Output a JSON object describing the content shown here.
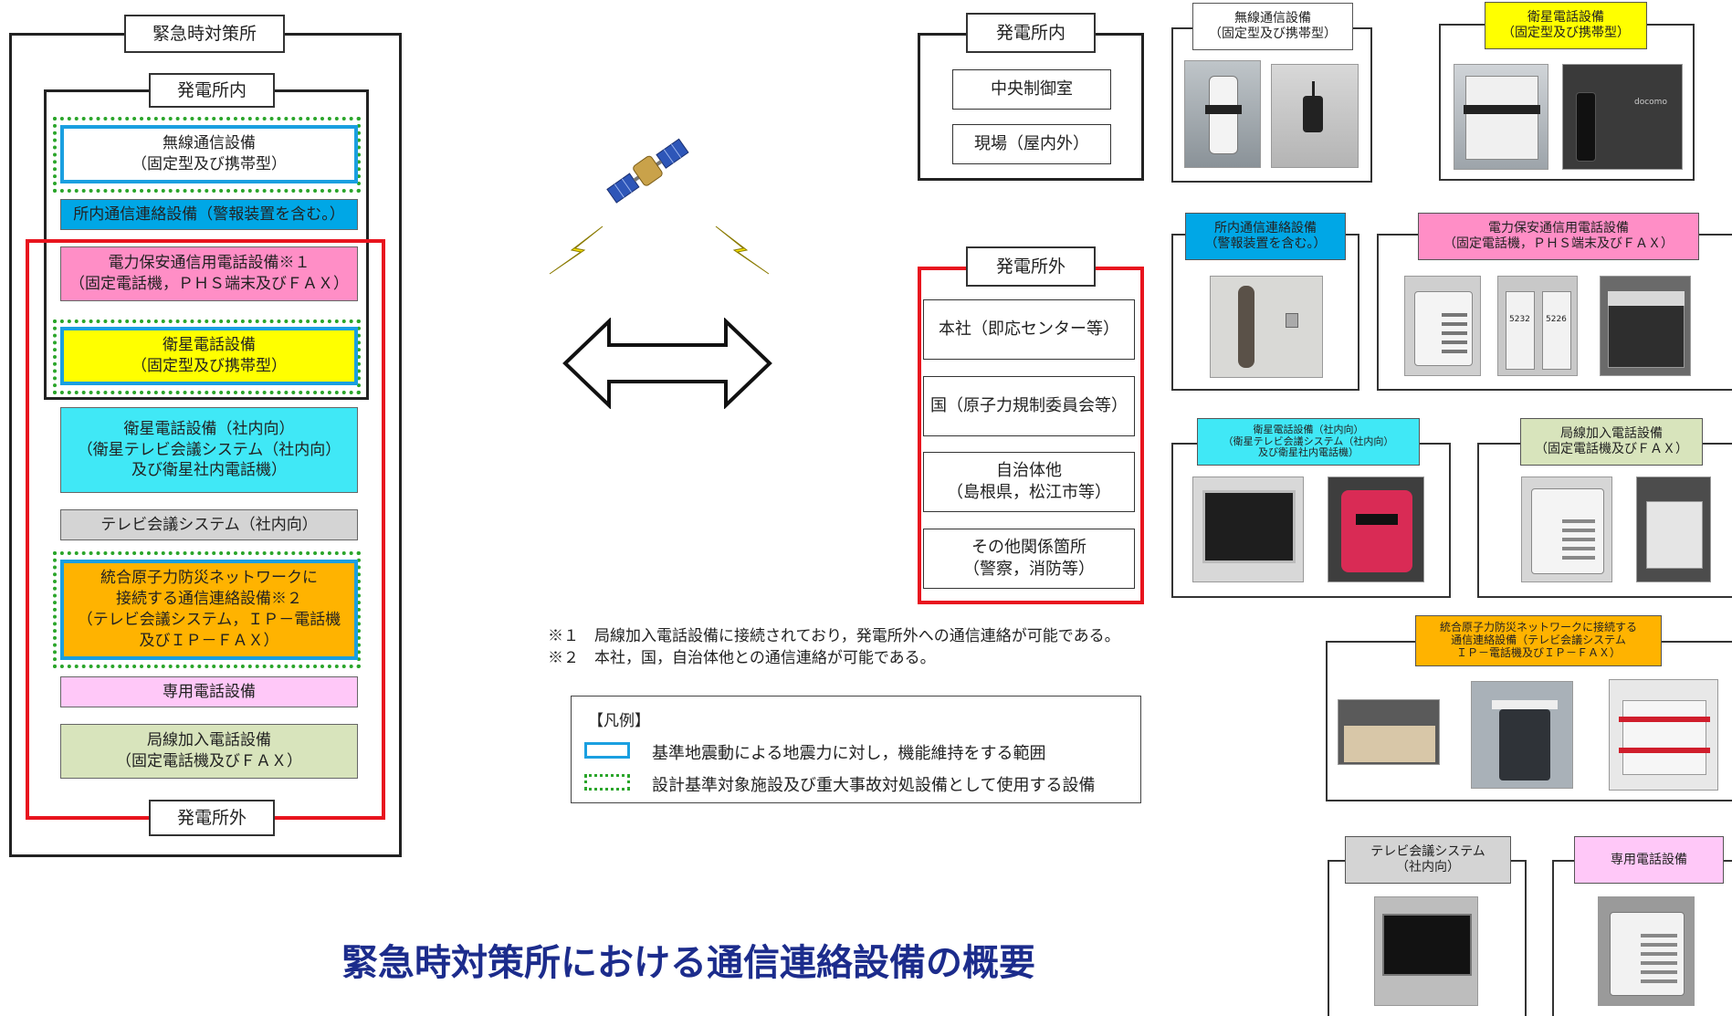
{
  "colors": {
    "cyan_blue": "#00a7e6",
    "light_cyan": "#40e8f6",
    "pink": "#ff8ec6",
    "yellow": "#ffff00",
    "orange": "#ffb300",
    "light_pink": "#ffc8f8",
    "gray": "#d4d4d4",
    "olive_green": "#d8e4bc",
    "red_frame": "#e8141e",
    "green_dotted": "#2aa52a",
    "blue_border": "#1a9fe0",
    "title_navy": "#1c2c8c"
  },
  "left": {
    "outer_label": "緊急時対策所",
    "inner_label": "発電所内",
    "outside_label": "発電所外",
    "items": {
      "radio": [
        "無線通信設備",
        "（固定型及び携帯型）"
      ],
      "internal": [
        "所内通信連絡設備（警報装置を含む。）"
      ],
      "security_phone": [
        "電力保安通信用電話設備※１",
        "（固定電話機，ＰＨＳ端末及びＦＡＸ）"
      ],
      "satellite": [
        "衛星電話設備",
        "（固定型及び携帯型）"
      ],
      "satellite_internal": [
        "衛星電話設備（社内向）",
        "（衛星テレビ会議システム（社内向）",
        "及び衛星社内電話機）"
      ],
      "tv_conf": [
        "テレビ会議システム（社内向）"
      ],
      "network": [
        "統合原子力防災ネットワークに",
        "接続する通信連絡設備※２",
        "（テレビ会議システム，ＩＰ－電話機",
        "及びＩＰ－ＦＡＸ）"
      ],
      "dedicated": [
        "専用電話設備"
      ],
      "subscriber": [
        "局線加入電話設備",
        "（固定電話機及びＦＡＸ）"
      ]
    }
  },
  "middle": {
    "satellite_icon": "satellite-icon",
    "lightning_icon": "lightning-icon",
    "arrow_icon": "double-arrow-icon",
    "notes": [
      "※１　局線加入電話設備に接続されており，発電所外への通信連絡が可能である。",
      "※２　本社，国，自治体他との通信連絡が可能である。"
    ],
    "legend": {
      "title": "【凡例】",
      "blue": "基準地震動による地震力に対し，機能維持をする範囲",
      "green": "設計基準対象施設及び重大事故対処設備として使用する設備"
    },
    "title": "緊急時対策所における通信連絡設備の概要"
  },
  "right": {
    "inside": {
      "label": "発電所内",
      "items": [
        "中央制御室",
        "現場（屋内外）"
      ]
    },
    "outside": {
      "label": "発電所外",
      "items": [
        [
          "本社（即応センター等）"
        ],
        [
          "国（原子力規制委員会等）"
        ],
        [
          "自治体他",
          "（島根県，松江市等）"
        ],
        [
          "その他関係箇所",
          "（警察，消防等）"
        ]
      ]
    }
  },
  "photos": {
    "radio": [
      "無線通信設備",
      "（固定型及び携帯型）"
    ],
    "satellite": [
      "衛星電話設備",
      "（固定型及び携帯型）"
    ],
    "internal": [
      "所内通信連絡設備",
      "（警報装置を含む。）"
    ],
    "security_phone": [
      "電力保安通信用電話設備",
      "（固定電話機，ＰＨＳ端末及びＦＡＸ）"
    ],
    "satellite_internal": [
      "衛星電話設備（社内向）",
      "（衛星テレビ会議システム（社内向）",
      "及び衛星社内電話機）"
    ],
    "subscriber": [
      "局線加入電話設備",
      "（固定電話機及びＦＡＸ）"
    ],
    "network": [
      "統合原子力防災ネットワークに接続する",
      "通信連絡設備（テレビ会議システム",
      "ＩＰ－電話機及びＩＰ－ＦＡＸ）"
    ],
    "tv_conf": [
      "テレビ会議システム",
      "（社内向）"
    ],
    "dedicated": [
      "専用電話設備"
    ],
    "phs_labels": [
      "5232",
      "5226"
    ],
    "docomo": "docomo"
  }
}
